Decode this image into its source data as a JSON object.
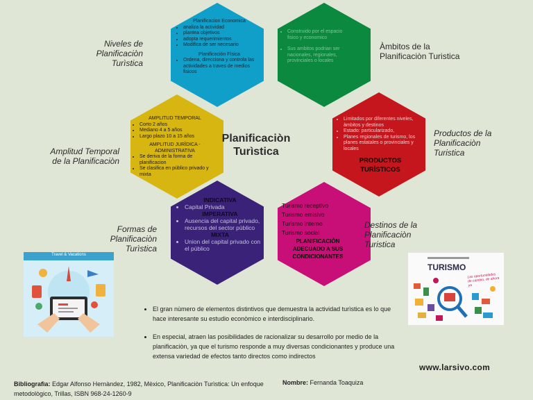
{
  "center_title": [
    "Planificaciòn",
    "Turìstica"
  ],
  "labels": {
    "niveles": [
      "Niveles de",
      "Planificaciòn",
      "Turìstica"
    ],
    "ambitos": [
      "Àmbitos de la",
      "Planificaciòn Turistica"
    ],
    "productos": [
      "Productos de la",
      "Planificaciòn",
      "Turistica"
    ],
    "amplitud": [
      "Amplitud Temporal",
      "de la Planificaciòn"
    ],
    "formas": [
      "Formas de",
      "Planificaciòn",
      "Turìstica"
    ],
    "destinos": [
      "Destinos de la",
      "Planificaciòn",
      "Turistica"
    ]
  },
  "hexagons": {
    "blue": {
      "color": "#0f9fc9",
      "title1": "Planificacion Economica",
      "items1": [
        "analiza la actividad",
        "plantea objetivos",
        "adopta requerimientos",
        "Modifica de ser necesario"
      ],
      "title2": "Planificación Fìsica",
      "items2": [
        "Ordena, direcciona y controla las actividades a traves de medios fisicos"
      ]
    },
    "green": {
      "color": "#0b8a3f",
      "items": [
        "Construido por el espacio fisico y economico",
        "Sus ambitos podrian ser nacionales, regionales, provinciales o locales"
      ]
    },
    "yellow": {
      "color": "#d8b612",
      "title1": "AMPLITUD TEMPORAL",
      "items1": [
        "Corto 2 años",
        "Mediano 4 a 5 años",
        "Largo plazo 10 a 15 años"
      ],
      "title2": "AMPLITUD JURÌDICA - ADMINISTRATIVA",
      "items2": [
        "Se deriva de la forma de planificacion",
        "Se clasifica en pùblico privado y mixta"
      ]
    },
    "red": {
      "color": "#c4161c",
      "items": [
        "Limitados por diferentes niveles, àmbitos y destinos",
        "Estado: particularizado,",
        "Planes regionales de turismo, los planes estatales o provinciales y locales"
      ],
      "title": "PRODUCTOS TURÌSTICOS"
    },
    "purple": {
      "color": "#3a2279",
      "t1": "INDICATIVA",
      "i1": "Capital Privada",
      "t2": "IMPERATIVA",
      "i2": "Ausencia del capital privado, recursos del sector pùblico",
      "t3": "MIXTA",
      "i3": "Union del capital privado con el pùblico"
    },
    "magenta": {
      "color": "#c80f78",
      "items": [
        "Turismo receptivo",
        "Turismo emisivo",
        "Turismo interno",
        "Turismo social"
      ],
      "title": "PLANIFICACIÒN ADECUADO A SUS CONDICIONANTES"
    }
  },
  "bullets": [
    "El gran nùmero de elementos distintivos que demuestra la actividad turìstica es lo que hace interesante su estudio econòmico e interdisciplinario.",
    "En especial, atraen las posibilidades de racionalizar su desarrollo por medio de la planificaciòn, ya que el turismo responde a muy diversas condicionantes y produce una extensa variedad de efectos tanto directos como indirectos"
  ],
  "biblio_label": "Bibliografìa:",
  "biblio_text": "Edgar Alfonso Hernàndez, 1982, Mèxico, Planificaciòn Turìstica: Un enfoque metodològico, Trillas, ISBN 968-24-1260-9",
  "nombre_label": "Nombre:",
  "nombre_value": "Fernanda Toaquiza",
  "website": "www.larsivo.com",
  "left_image": {
    "title": "Travel & Vacations"
  },
  "right_image": {
    "headline": "TURISMO",
    "tagline": "Las oportunidades de cambio, de ahora ya"
  }
}
